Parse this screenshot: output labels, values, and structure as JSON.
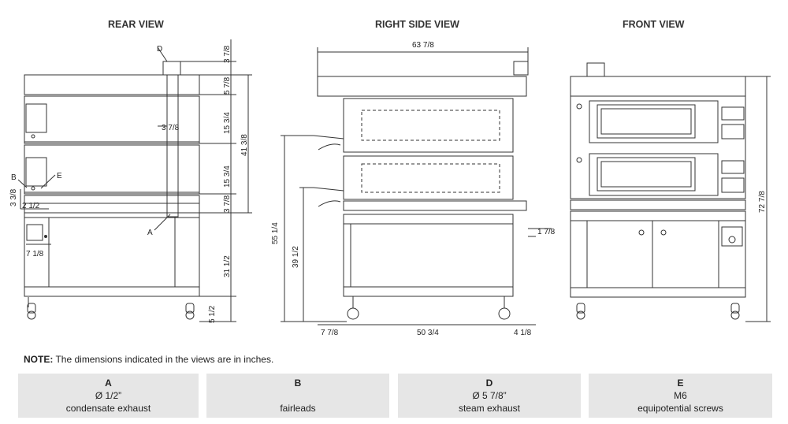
{
  "views": {
    "rear": "REAR VIEW",
    "side": "RIGHT SIDE VIEW",
    "front": "FRONT VIEW"
  },
  "labels": {
    "a": "A",
    "b": "B",
    "d": "D",
    "e": "E"
  },
  "rear_dims": {
    "d1": "3 7/8",
    "d2": "5 7/8",
    "d3": "15 3/4",
    "d4": "41 3/8",
    "d5": "15 3/4",
    "d6": "3 7/8",
    "d7": "31 1/2",
    "d8": "5 1/2",
    "d9": "3 7/8",
    "d10": "3 3/8",
    "d11": "2 1/2",
    "d12": "7 1/8"
  },
  "side_dims": {
    "width": "63 7/8",
    "h1": "55 1/4",
    "h2": "39 1/2",
    "r1": "1 7/8",
    "b1": "7 7/8",
    "b2": "50 3/4",
    "b3": "4 1/8"
  },
  "front_dims": {
    "height": "72 7/8"
  },
  "note": {
    "label": "NOTE:",
    "text": " The dimensions indicated in the views are in inches."
  },
  "legend": [
    {
      "key": "A",
      "line1": "Ø 1/2”",
      "line2": "condensate exhaust"
    },
    {
      "key": "B",
      "line1": "",
      "line2": "fairleads"
    },
    {
      "key": "D",
      "line1": "Ø 5 7/8”",
      "line2": "steam exhaust"
    },
    {
      "key": "E",
      "line1": "M6",
      "line2": "equipotential screws"
    }
  ]
}
